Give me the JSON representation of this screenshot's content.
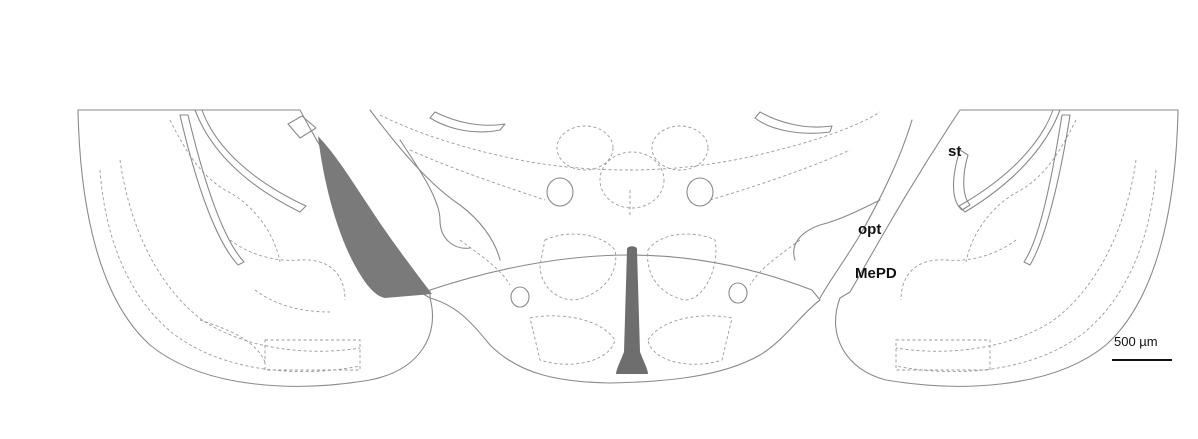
{
  "labels": {
    "st": "st",
    "opt": "opt",
    "mepd": "MePD"
  },
  "scale_bar": {
    "label": "500 µm"
  },
  "colors": {
    "highlight": "#7a7a7a",
    "outline": "#8a8a8a",
    "ventral_tint": "#fbf6e8"
  }
}
